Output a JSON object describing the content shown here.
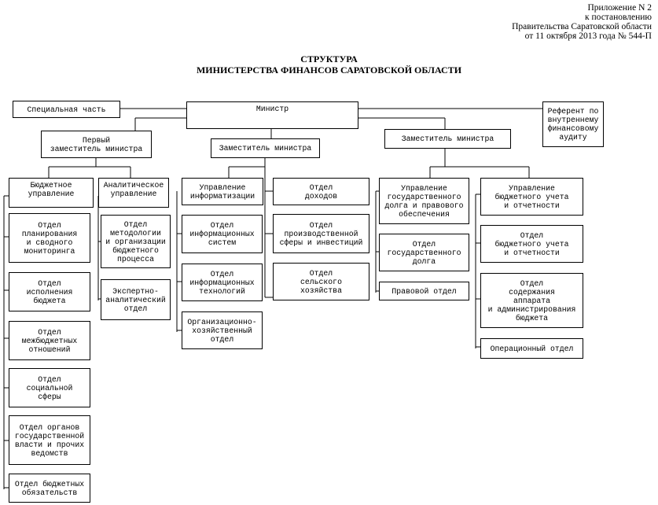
{
  "appendix": {
    "line1": "Приложение N 2",
    "line2": "к постановлению",
    "line3": "Правительства Саратовской области",
    "line4": "от 11 октября 2013 года № 544-П"
  },
  "title": {
    "line1": "СТРУКТУРА",
    "line2": "МИНИСТЕРСТВА ФИНАНСОВ САРАТОВСКОЙ ОБЛАСТИ"
  },
  "boxes": {
    "minister": "Министр",
    "special_unit": "Специальная часть",
    "referent": "Референт по\nвнутреннему\nфинансовому\nаудиту",
    "first_deputy": "Первый\nзаместитель министра",
    "deputy_center": "Заместитель министра",
    "deputy_right": "Заместитель министра",
    "budget_dept": "Бюджетное\nуправление",
    "planning": "Отдел\nпланирования\nи сводного\nмониторинга",
    "execution": "Отдел\nисполнения\nбюджета",
    "interbudget": "Отдел\nмежбюджетных\nотношений",
    "social": "Отдел\nсоциальной\nсферы",
    "gov_bodies": "Отдел органов\nгосударственной\nвласти и прочих\nведомств",
    "obligations": "Отдел бюджетных\nобязательств",
    "analytic_dept": "Аналитическое\nуправление",
    "methodology": "Отдел\nметодологии\nи организации\nбюджетного\nпроцесса",
    "expert": "Экспертно-\nаналитический\nотдел",
    "informatization": "Управление\nинформатизации",
    "info_systems": "Отдел\nинформационных\nсистем",
    "info_tech": "Отдел\nинформационных\nтехнологий",
    "org_econ": "Организационно-\nхозяйственный\nотдел",
    "revenue": "Отдел\nдоходов",
    "production": "Отдел\nпроизводственной\nсферы и инвестиций",
    "rural": "Отдел\nсельского\nхозяйства",
    "debt_dept": "Управление\nгосударственного\nдолга и правового\nобеспечения",
    "state_debt": "Отдел\nгосударственного\nдолга",
    "legal": "Правовой отдел",
    "accounting_dept": "Управление\nбюджетного учета\nи отчетности",
    "accounting": "Отдел\nбюджетного учета\nи отчетности",
    "maintenance": "Отдел\nсодержания\nаппарата\nи администрирования\nбюджета",
    "operational": "Операционный отдел"
  }
}
